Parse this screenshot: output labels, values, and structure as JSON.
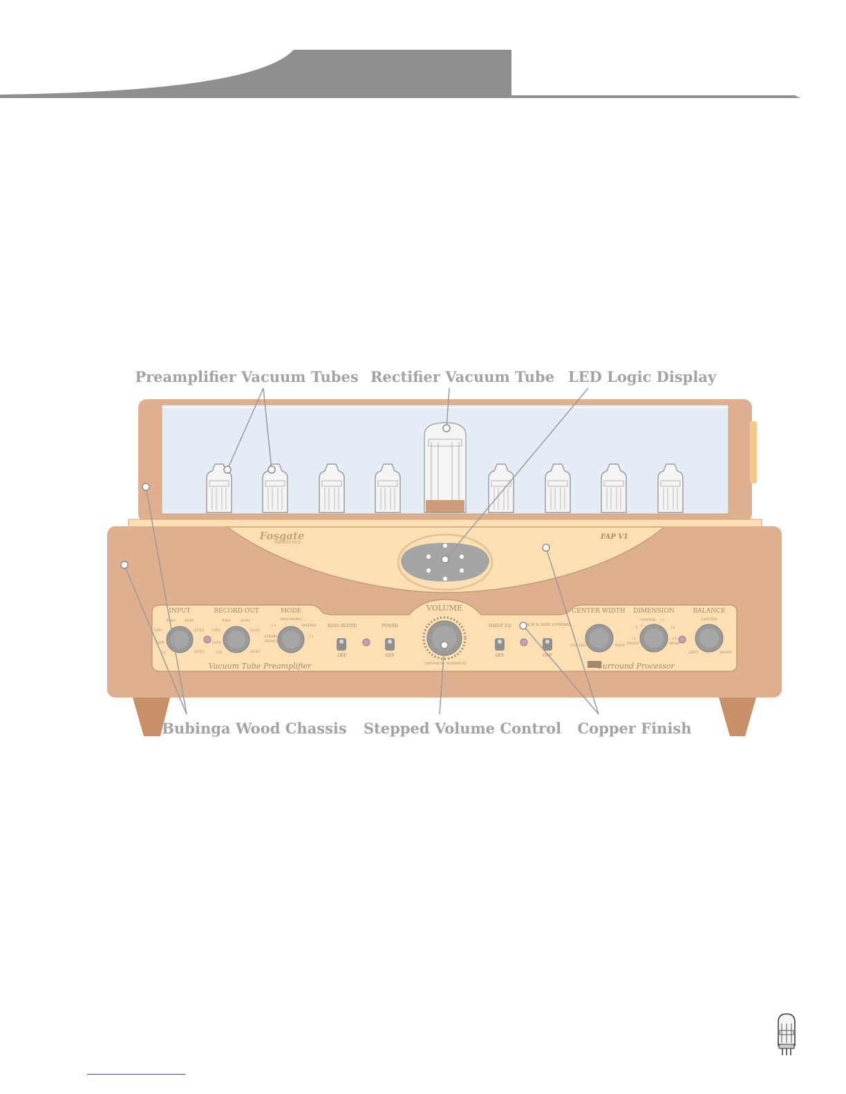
{
  "callouts": {
    "preamp_tubes": "Preamplifier Vacuum Tubes",
    "rectifier_tube": "Rectifier Vacuum Tube",
    "led_display": "LED Logic Display",
    "wood_chassis": "Bubinga Wood Chassis",
    "volume_control": "Stepped Volume Control",
    "copper_finish": "Copper Finish"
  },
  "brand": {
    "logo": "Fosgate",
    "logo_sub": "Audionics",
    "model": "FAP V1"
  },
  "panel": {
    "left_caption": "Vacuum Tube Preamplifier",
    "right_caption": "Surround Processor",
    "volume": {
      "label": "VOLUME",
      "min": "MINIMUM",
      "max": "MAXIMUM"
    },
    "input": {
      "label": "INPUT",
      "positions": [
        "VID1",
        "VID2",
        "AUX1",
        "AUX2",
        "AUX3",
        "TAPE",
        "CD"
      ]
    },
    "record_out": {
      "label": "RECORD OUT",
      "positions": [
        "VID1",
        "VID2",
        "AUX1",
        "AUX2",
        "AUX3",
        "TAPE",
        "CD"
      ]
    },
    "mode": {
      "label": "MODE",
      "positions": [
        "PANORAMA",
        "MATRIX",
        "5.1",
        "7.1",
        "STEREO",
        "BYPASS"
      ]
    },
    "bass_blend": {
      "label": "BASS BLEND",
      "state": "OFF"
    },
    "power": {
      "label": "POWER",
      "state": "OFF"
    },
    "shelf_eq": {
      "label": "SHELF EQ",
      "state": "OFF"
    },
    "back_side_lowpass": {
      "label": "BACK & SIDE LOWPASS",
      "state": "OFF"
    },
    "center_width": {
      "label": "CENTER WIDTH",
      "min": "CENTER",
      "max": "WIDE"
    },
    "dimension": {
      "label": "DIMENSION",
      "center": "CENTER",
      "left": "FRONT",
      "right": "REAR",
      "ticks": [
        "-1",
        "+1",
        "-2",
        "+2",
        "-3",
        "+3"
      ]
    },
    "balance": {
      "label": "BALANCE",
      "center": "CENTER",
      "left": "LEFT",
      "right": "RIGHT"
    }
  },
  "colors": {
    "wood": "#dfb090",
    "copper_panel": "#fce0b4",
    "glass": "#e4edf5",
    "tube": "#f4f4f4",
    "callout_text": "#a3a3a3",
    "header_band": "#8f8f8f"
  }
}
